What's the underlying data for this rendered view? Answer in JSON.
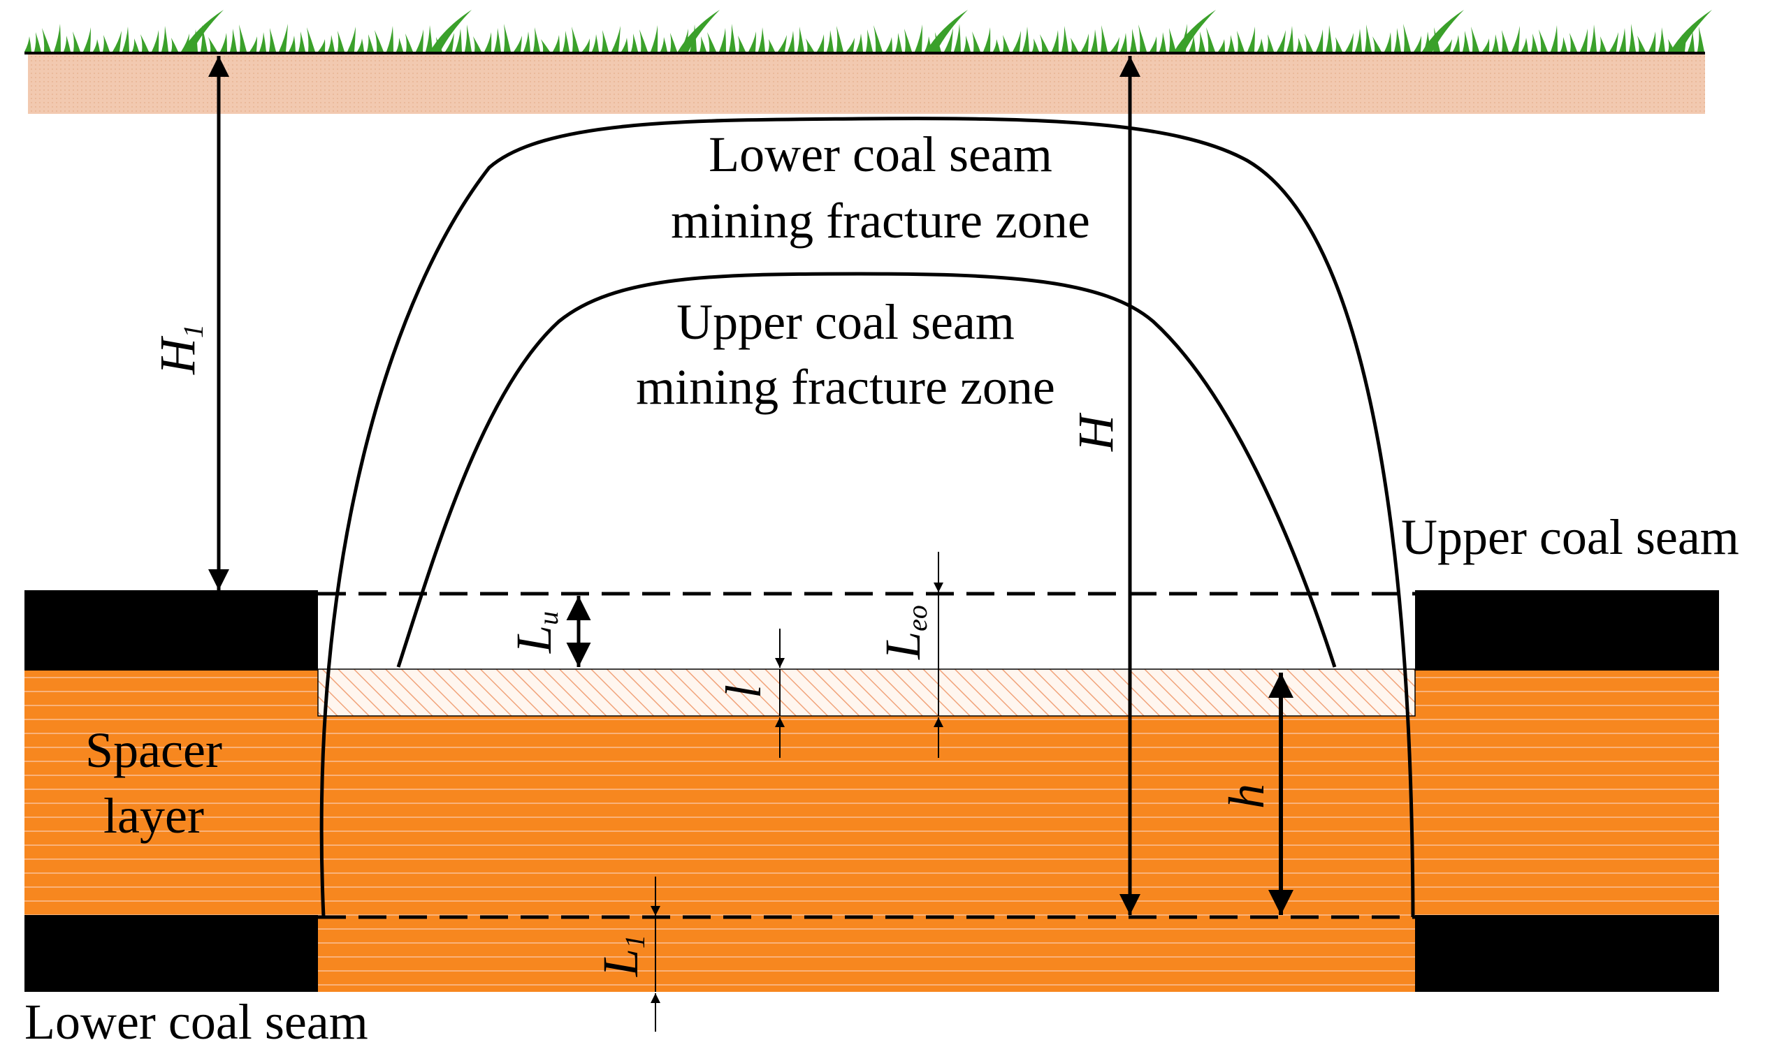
{
  "labels": {
    "lower_zone_line1": "Lower coal seam",
    "lower_zone_line2": "mining fracture zone",
    "upper_zone_line1": "Upper coal seam",
    "upper_zone_line2": "mining fracture zone",
    "upper_coal_seam": "Upper coal seam",
    "lower_coal_seam": "Lower coal seam",
    "spacer_line1": "Spacer",
    "spacer_line2": "layer"
  },
  "dimensions": {
    "H1_main": "H",
    "H1_sub": "1",
    "H": "H",
    "h": "h",
    "l": "l",
    "Lu_main": "L",
    "Lu_sub": "u",
    "Leo_main": "L",
    "Leo_sub": "eo",
    "L1_main": "L",
    "L1_sub": "1"
  },
  "colors": {
    "grass": "#3aa02a",
    "soil": "#f2c9b0",
    "coal": "#000000",
    "spacer": "#f7871f",
    "spacer_lines": "#f9b27a",
    "hatch": "#f1a37a",
    "line": "#000000"
  }
}
